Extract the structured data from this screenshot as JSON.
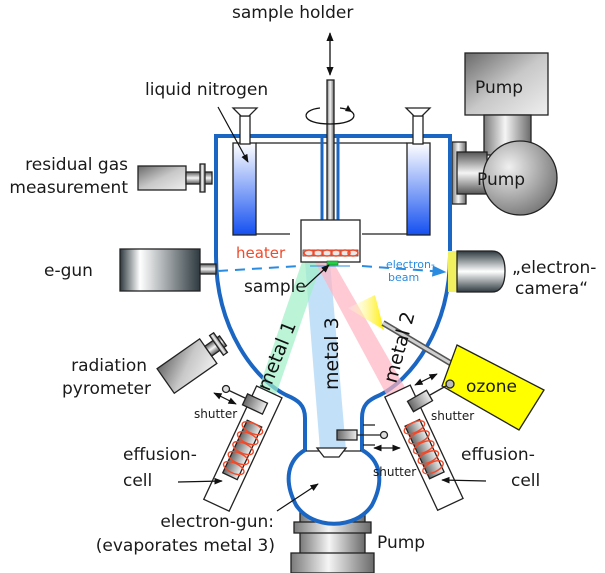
{
  "diagram": {
    "title": "MBE / evaporation chamber schematic",
    "labels": {
      "sample_holder": "sample holder",
      "liquid_nitrogen": "liquid nitrogen",
      "residual_gas_1": "residual gas",
      "residual_gas_2": "measurement",
      "pump_top": "Pump",
      "pump_right": "Pump",
      "pump_bottom": "Pump",
      "e_gun": "e-gun",
      "heater": "heater",
      "sample": "sample",
      "electron_beam_1": "electron-",
      "electron_beam_2": "beam",
      "electron_camera_1": "„electron-",
      "electron_camera_2": "camera“",
      "metal_1": "metal 1",
      "metal_2": "metal 2",
      "metal_3": "metal 3",
      "radiation_pyrometer_1": "radiation",
      "radiation_pyrometer_2": "pyrometer",
      "shutter_left": "shutter",
      "shutter_right": "shutter",
      "shutter_center": "shutter",
      "ozone": "ozone",
      "effusion_cell_left_1": "effusion-",
      "effusion_cell_left_2": "cell",
      "effusion_cell_right_1": "effusion-",
      "effusion_cell_right_2": "cell",
      "electron_gun_1": "electron-gun:",
      "electron_gun_2": "(evaporates metal 3)"
    },
    "colors": {
      "chamber_wall": "#1a66c2",
      "beam_metal_1": "#9ff0c8",
      "beam_metal_2": "#ffb3c0",
      "beam_metal_3": "#a8d4f5",
      "ozone_box": "#ffff00",
      "heater_coil": "#f04a2a",
      "electron_beam": "#2a8ce0",
      "camera_window": "#f0f060",
      "sample": "#22cc44"
    }
  }
}
